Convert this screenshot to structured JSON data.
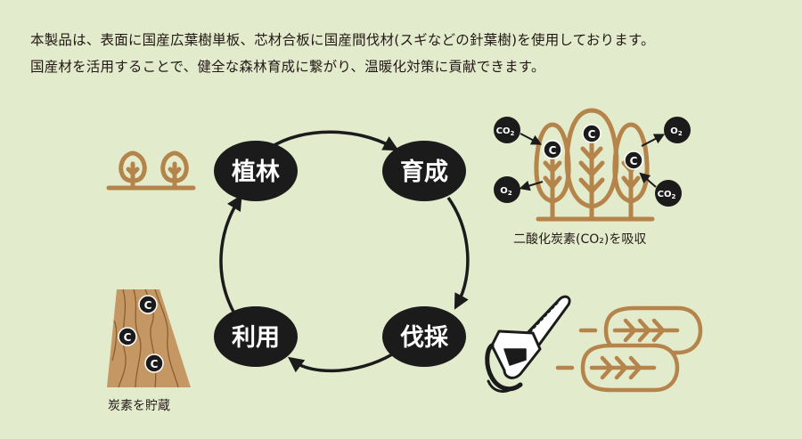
{
  "intro": {
    "line1": "本製品は、表面に国産広葉樹単板、芯材合板に国産間伐材(スギなどの針葉樹)を使用しております。",
    "line2": "国産材を活用することで、健全な森林育成に繋がり、温暖化対策に貢献できます。"
  },
  "cycle": {
    "planting": "植林",
    "growing": "育成",
    "harvesting": "伐採",
    "using": "利用"
  },
  "labels": {
    "co2_absorption": "二酸化炭素(CO₂)を吸収",
    "carbon_storage": "炭素を貯蔵",
    "co2": "CO",
    "o2": "O",
    "sub2": "2",
    "carbon": "C"
  },
  "colors": {
    "background": "#e3ebcd",
    "wood_brown": "#b5844a",
    "light_wood": "#c49763",
    "black": "#1b1b1b"
  }
}
